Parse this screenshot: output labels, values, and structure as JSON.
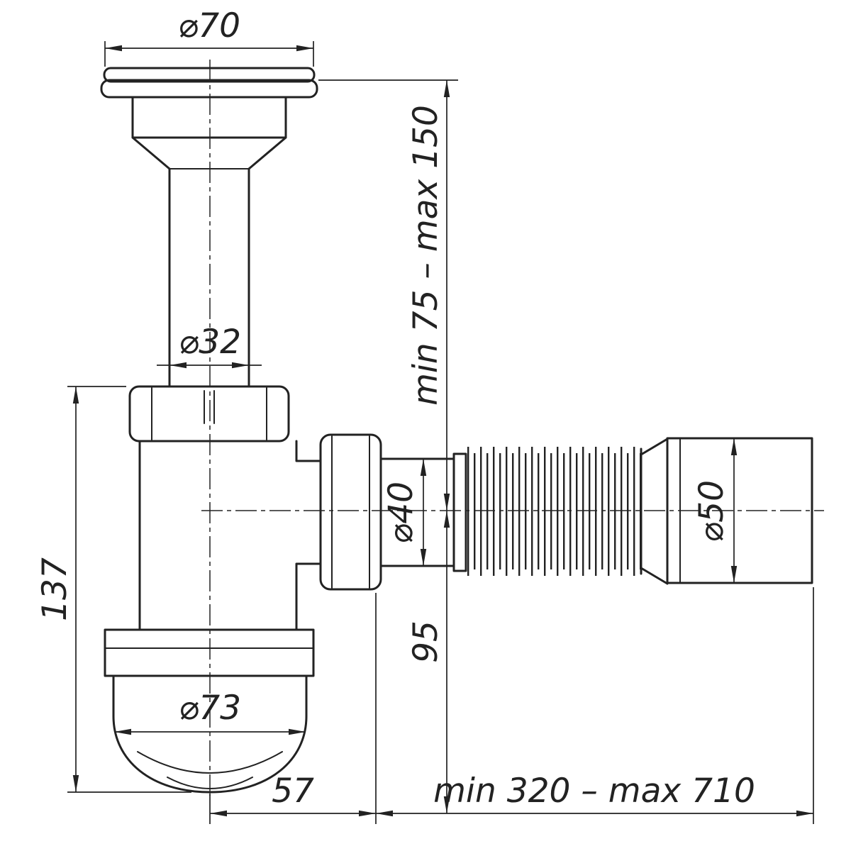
{
  "drawing": {
    "subject": "Bottle trap siphon with corrugated flexible outlet hose — dimensioned technical drawing",
    "background_color": "#ffffff",
    "line_color": "#222222"
  },
  "dims": {
    "flange_diameter": "⌀70",
    "tailpipe_diameter": "⌀32",
    "inlet_height_range": "min 75 – max 150",
    "trap_height": "137",
    "outlet_diameter": "⌀40",
    "outlet_axis_drop": "95",
    "cup_diameter": "⌀73",
    "cuff_diameter": "⌀50",
    "outlet_offset": "57",
    "hose_length_range": "min 320 – max 710"
  }
}
